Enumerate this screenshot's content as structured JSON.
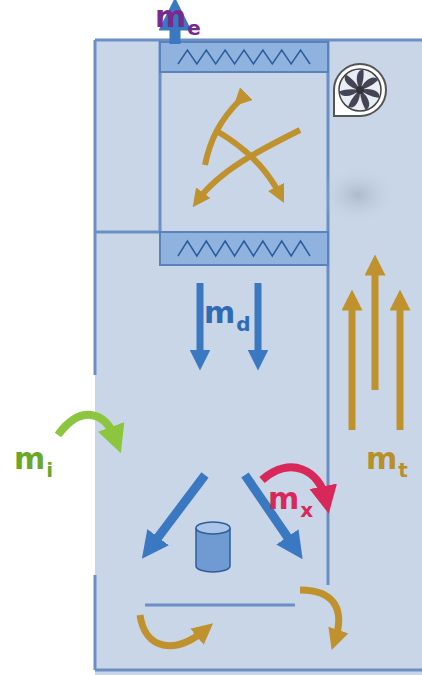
{
  "diagram": {
    "labels": [
      "m",
      "e",
      "m",
      "d",
      "m",
      "x",
      "m",
      "i",
      "m",
      "t"
    ]
  }
}
